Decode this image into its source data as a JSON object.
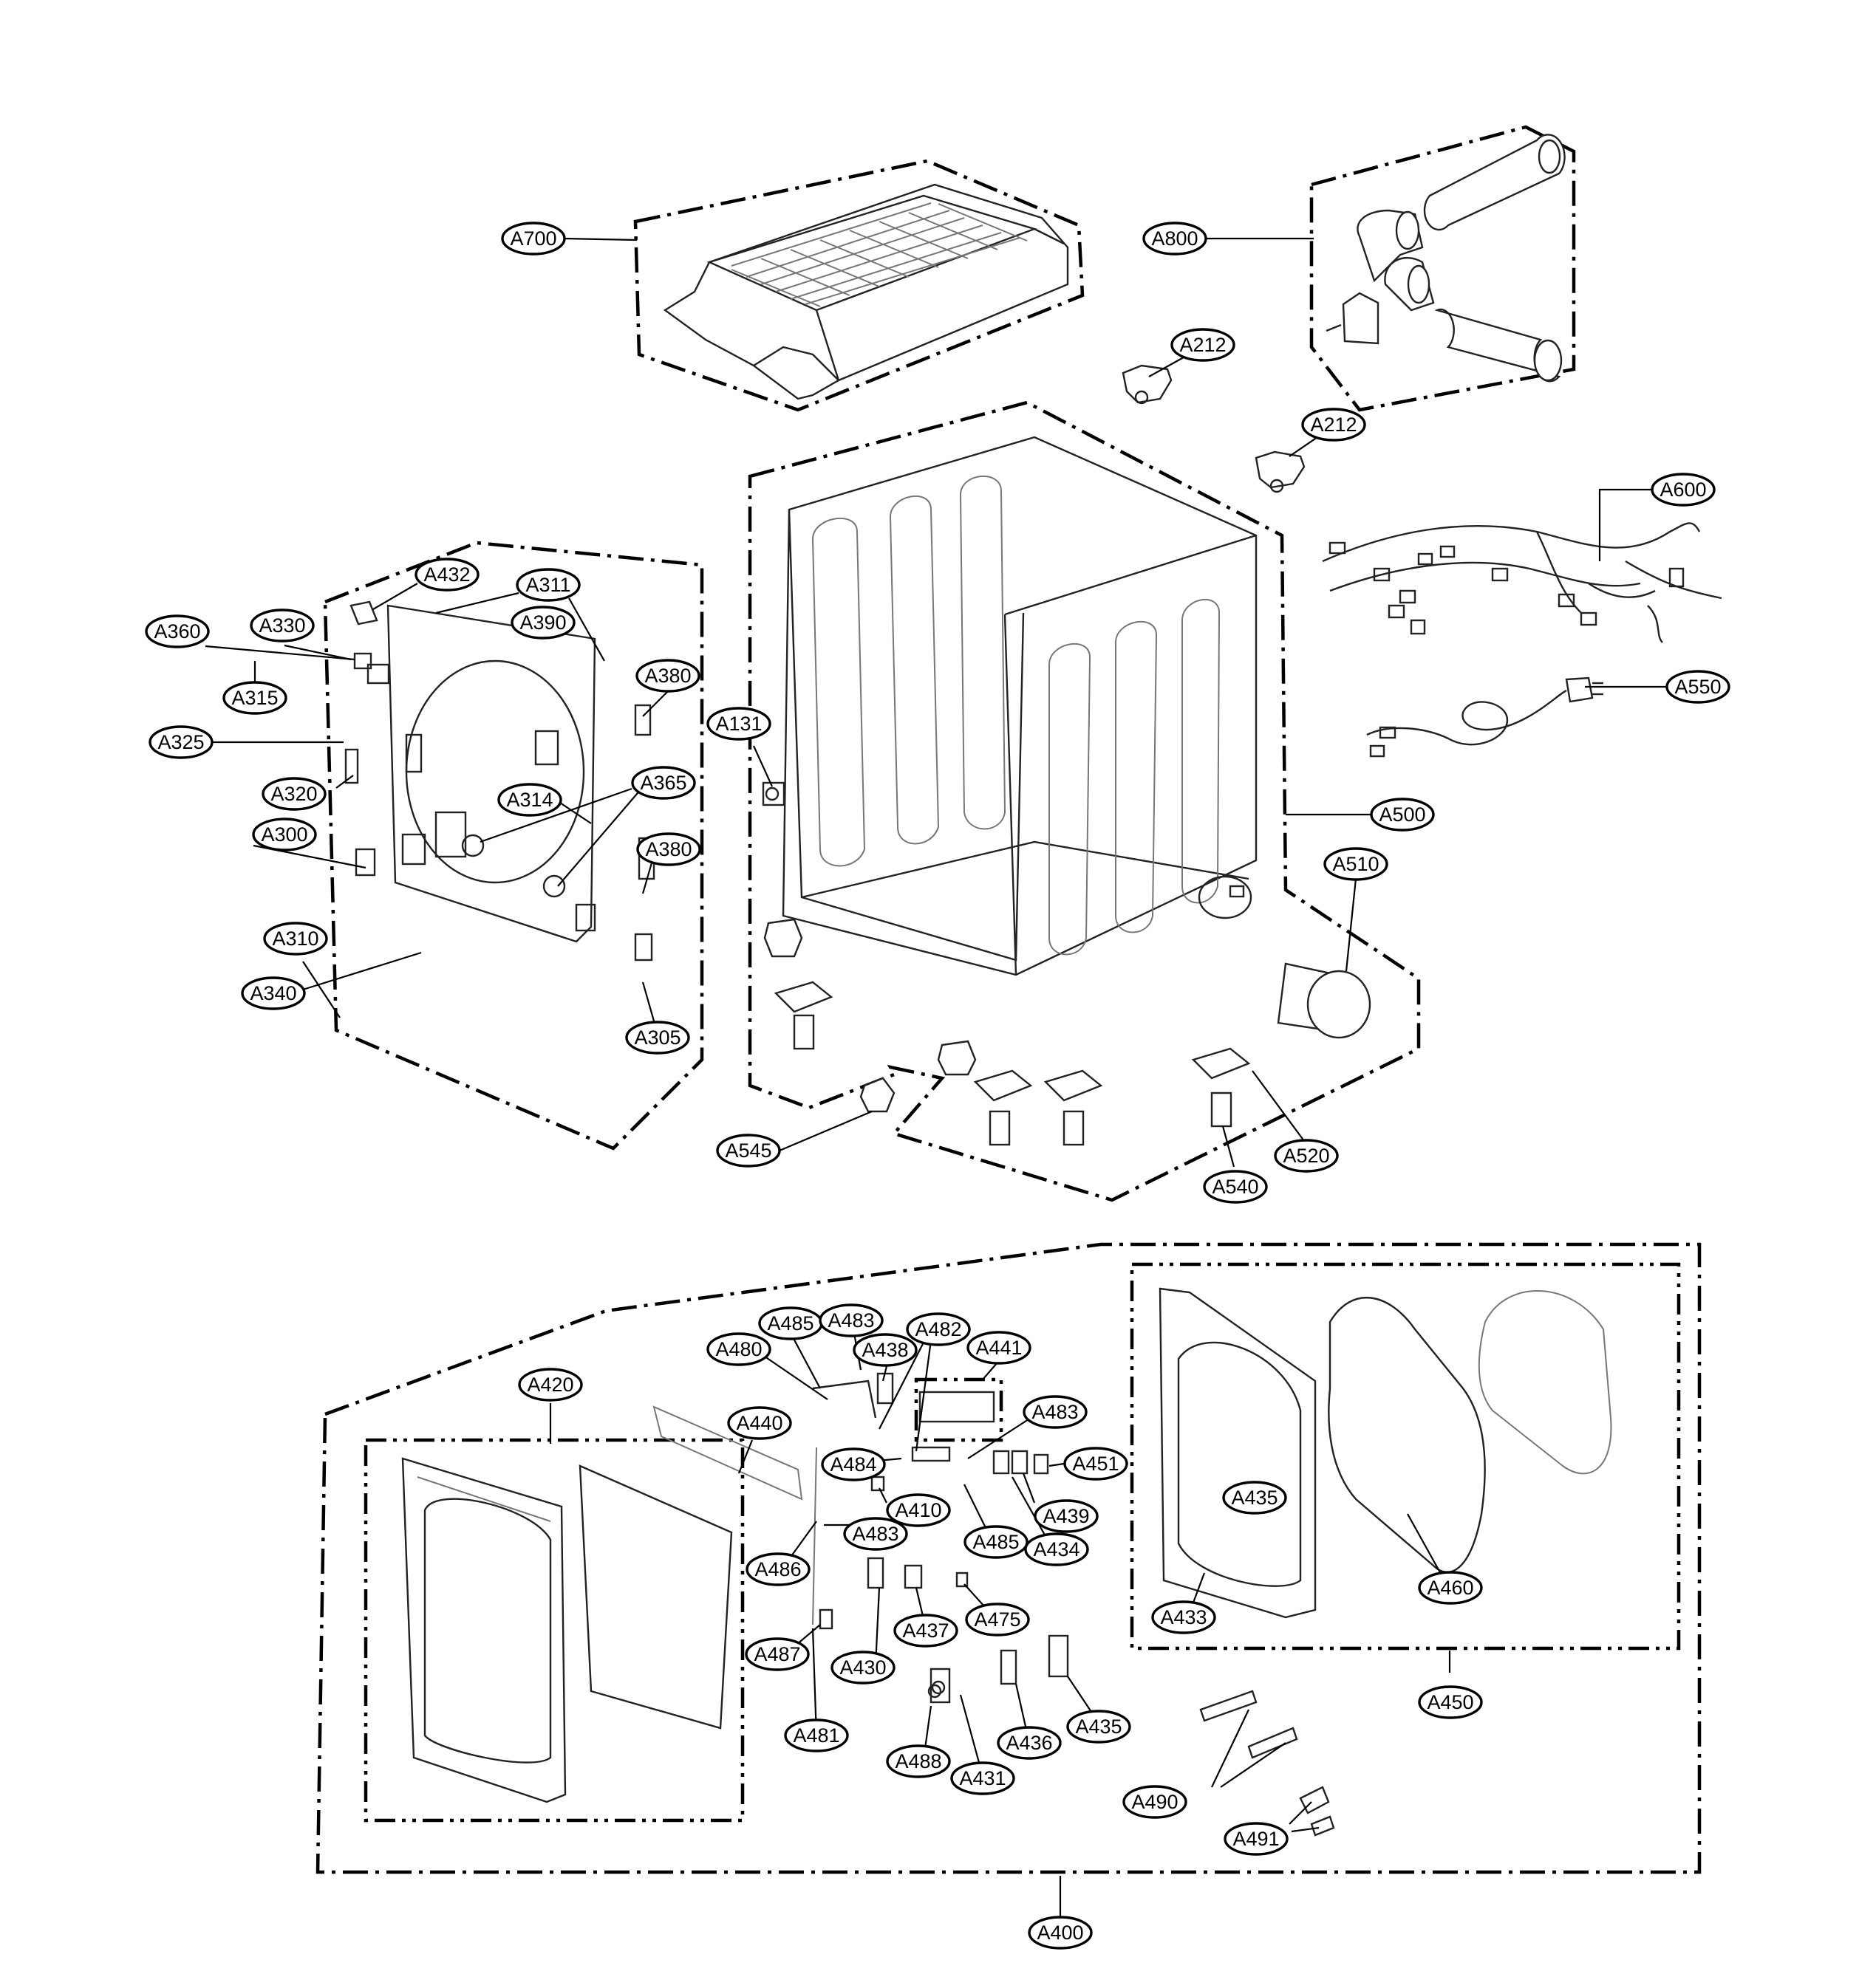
{
  "callouts": [
    {
      "id": "A700",
      "label": "A700"
    },
    {
      "id": "A800",
      "label": "A800"
    },
    {
      "id": "A212a",
      "label": "A212"
    },
    {
      "id": "A212b",
      "label": "A212"
    },
    {
      "id": "A600",
      "label": "A600"
    },
    {
      "id": "A550",
      "label": "A550"
    },
    {
      "id": "A500",
      "label": "A500"
    },
    {
      "id": "A510",
      "label": "A510"
    },
    {
      "id": "A131",
      "label": "A131"
    },
    {
      "id": "A520",
      "label": "A520"
    },
    {
      "id": "A540",
      "label": "A540"
    },
    {
      "id": "A545",
      "label": "A545"
    },
    {
      "id": "A432",
      "label": "A432"
    },
    {
      "id": "A311",
      "label": "A311"
    },
    {
      "id": "A390",
      "label": "A390"
    },
    {
      "id": "A360",
      "label": "A360"
    },
    {
      "id": "A330",
      "label": "A330"
    },
    {
      "id": "A315",
      "label": "A315"
    },
    {
      "id": "A380a",
      "label": "A380"
    },
    {
      "id": "A325",
      "label": "A325"
    },
    {
      "id": "A320",
      "label": "A320"
    },
    {
      "id": "A314",
      "label": "A314"
    },
    {
      "id": "A365",
      "label": "A365"
    },
    {
      "id": "A300",
      "label": "A300"
    },
    {
      "id": "A380b",
      "label": "A380"
    },
    {
      "id": "A310",
      "label": "A310"
    },
    {
      "id": "A340",
      "label": "A340"
    },
    {
      "id": "A305",
      "label": "A305"
    },
    {
      "id": "A485a",
      "label": "A485"
    },
    {
      "id": "A483a",
      "label": "A483"
    },
    {
      "id": "A482",
      "label": "A482"
    },
    {
      "id": "A480",
      "label": "A480"
    },
    {
      "id": "A438",
      "label": "A438"
    },
    {
      "id": "A441",
      "label": "A441"
    },
    {
      "id": "A420",
      "label": "A420"
    },
    {
      "id": "A440",
      "label": "A440"
    },
    {
      "id": "A483b",
      "label": "A483"
    },
    {
      "id": "A484",
      "label": "A484"
    },
    {
      "id": "A451",
      "label": "A451"
    },
    {
      "id": "A410",
      "label": "A410"
    },
    {
      "id": "A439",
      "label": "A439"
    },
    {
      "id": "A483c",
      "label": "A483"
    },
    {
      "id": "A485b",
      "label": "A485"
    },
    {
      "id": "A434",
      "label": "A434"
    },
    {
      "id": "A486",
      "label": "A486"
    },
    {
      "id": "A475",
      "label": "A475"
    },
    {
      "id": "A437",
      "label": "A437"
    },
    {
      "id": "A487",
      "label": "A487"
    },
    {
      "id": "A430",
      "label": "A430"
    },
    {
      "id": "A481",
      "label": "A481"
    },
    {
      "id": "A436",
      "label": "A436"
    },
    {
      "id": "A435a",
      "label": "A435"
    },
    {
      "id": "A488",
      "label": "A488"
    },
    {
      "id": "A431",
      "label": "A431"
    },
    {
      "id": "A435b",
      "label": "A435"
    },
    {
      "id": "A433",
      "label": "A433"
    },
    {
      "id": "A460",
      "label": "A460"
    },
    {
      "id": "A450",
      "label": "A450"
    },
    {
      "id": "A490",
      "label": "A490"
    },
    {
      "id": "A491",
      "label": "A491"
    },
    {
      "id": "A400",
      "label": "A400"
    }
  ]
}
